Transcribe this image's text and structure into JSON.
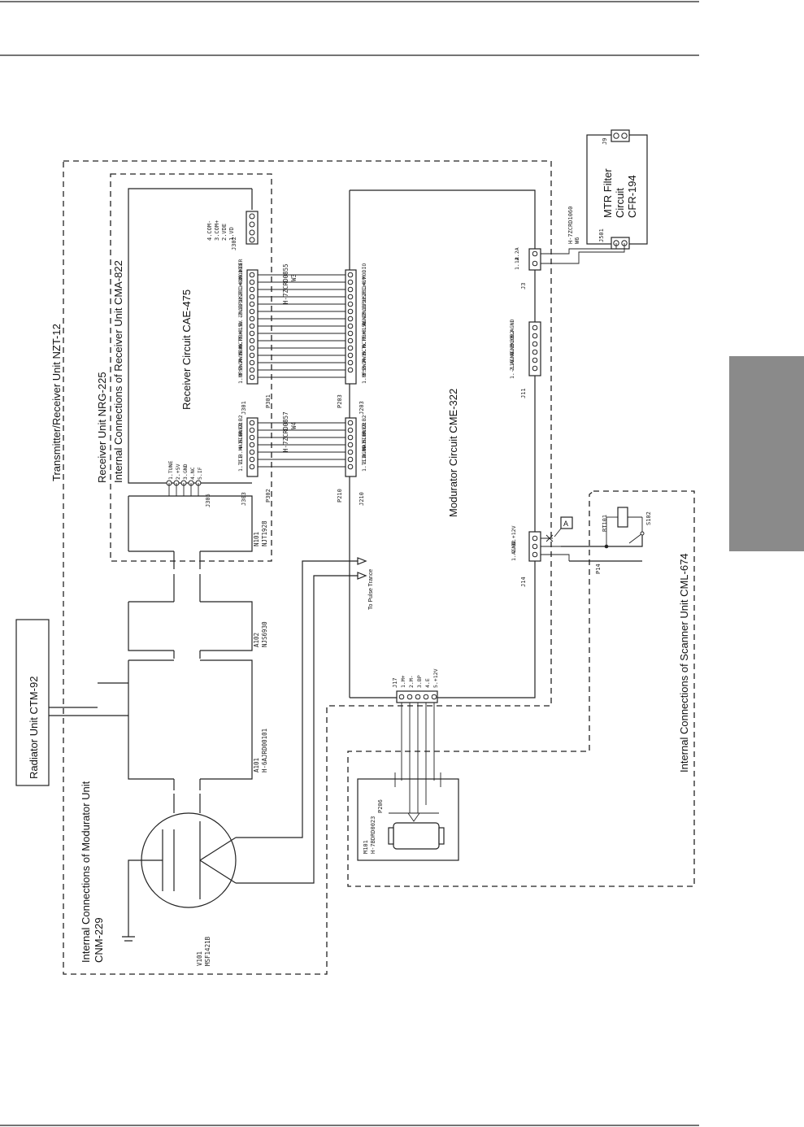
{
  "colors": {
    "ink": "#222222",
    "side_tab": "#8a8a8a",
    "background": "#ffffff"
  },
  "units": {
    "tx_rx": "Transmitter/Receiver Unit  NZT-12",
    "receiver_unit": "Receiver Unit  NRG-225",
    "receiver_internal": "Internal Connections of Receiver Unit  CMA-822",
    "receiver_circuit": "Receiver Circuit  CAE-475",
    "modulator_circuit": "Modurator Circuit  CME-322",
    "radiator": "Radiator Unit  CTM-92",
    "modulator_internal_1": "Internal Connections of Modurator Unit",
    "modulator_internal_2": "CNM-229",
    "scanner_internal": "Internal Connections of Scanner Unit  CML-674",
    "mtr_filter_1": "MTR Filter",
    "mtr_filter_2": "Circuit",
    "mtr_filter_3": "CFR-194",
    "pulse_trance": "To Pulse Trance"
  },
  "components": {
    "n101": "N101",
    "njt1928": "NJT1928",
    "a102": "A102",
    "njs6930": "NJS6930",
    "a101": "A101",
    "a101_part": "H-6AJRD00101",
    "v101": "V101",
    "msf1421b": "MSF1421B",
    "m101": "M101",
    "m101_part": "H-7BDRD0023",
    "p206": "P206",
    "rt101": "RT101",
    "s102": "S102",
    "p14": "P14",
    "marker_a": "A",
    "w3": "W3",
    "w3_part": "H-7ZCRD0855",
    "w4": "W4",
    "w4_part": "H-7ZCRD0857",
    "w6": "W6",
    "w6_part": "H-7ZCRD1060"
  },
  "connectors": {
    "j302": {
      "name": "J302",
      "pins": [
        "1.VD",
        "2.VDE",
        "3.COM+",
        "4.COM-"
      ]
    },
    "j301": {
      "name": "J301",
      "pins": [
        "1.MPS",
        "2.PW2",
        "3.PW1",
        "4.MBK",
        "5.MCT",
        "6.MBK",
        "7.+15V",
        "8.E",
        "9.-7V",
        "10.BP",
        "11.HSP",
        "12.TI",
        "13.+8V",
        "14.MODIO",
        "15.HIER"
      ]
    },
    "p301": "P301",
    "p203": "P203",
    "j203": {
      "name": "J203",
      "pins": [
        "1.MPS",
        "2.PW2",
        "3.PW1",
        "4.MCT",
        "5.MCT",
        "6.MBK",
        "7.+15V",
        "8.AGND",
        "9.-7V",
        "10.BP",
        "11.HSP",
        "12.TI",
        "13.+8V",
        "14.MODIO"
      ]
    },
    "j303": {
      "name": "J303",
      "pins": [
        "1.TII",
        "2.E",
        "3.MAI",
        "4.HIER",
        "5.HVER",
        "6.C2",
        "7.B2"
      ]
    },
    "p302": "P302",
    "p210": "P210",
    "j210": {
      "name": "J210",
      "pins": [
        "1.TII",
        "2.AGND",
        "3.MAI",
        "4.HIER",
        "5.HVER",
        "6.C2",
        "7.B2"
      ]
    },
    "j305": {
      "name": "J305",
      "pins": [
        "1.TUNE",
        "2.+5V",
        "3.GND",
        "4.NC",
        "5.IF"
      ]
    },
    "j11": {
      "name": "J11",
      "pins": [
        "1.-11V",
        "2.AGND",
        "3.AGND",
        "4.EXBP",
        "5.CB2",
        "6.AGND"
      ]
    },
    "j3": {
      "name": "J3",
      "pins": [
        "1.1A",
        "2.2A"
      ]
    },
    "j501": "J501",
    "j9": "J9",
    "j14": {
      "name": "J14",
      "pins": [
        "1.AGND",
        "2.B2",
        "3.+12V"
      ]
    },
    "j17": {
      "name": "J17",
      "pins": [
        "1.M+",
        "2.M-",
        "3.BP",
        "4.E",
        "5.+12V"
      ]
    }
  }
}
